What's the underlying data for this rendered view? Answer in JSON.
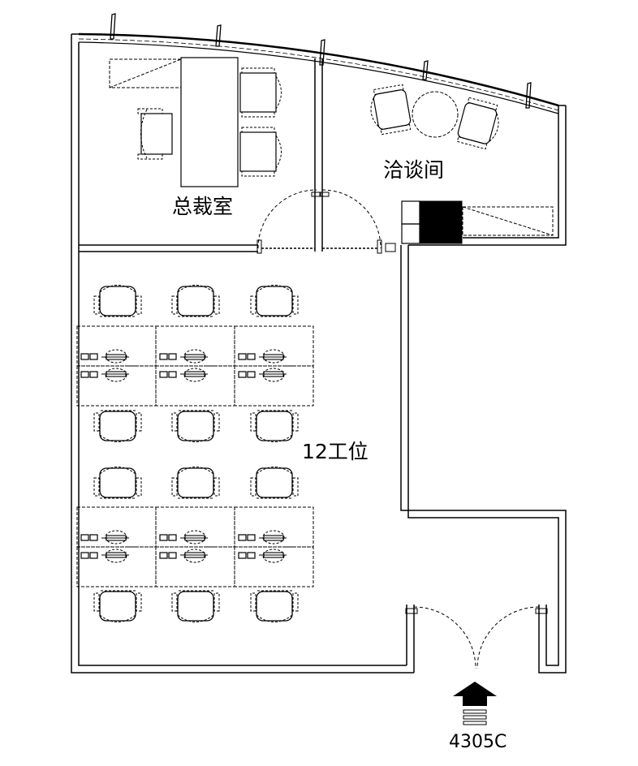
{
  "rooms": {
    "ceo_office": "总裁室",
    "meeting_room": "洽谈间",
    "workstations": "12工位"
  },
  "entrance_label": "4305C",
  "colors": {
    "line": "#000000",
    "dashed": "#333333",
    "fill_dark": "#000000",
    "background": "#ffffff"
  }
}
